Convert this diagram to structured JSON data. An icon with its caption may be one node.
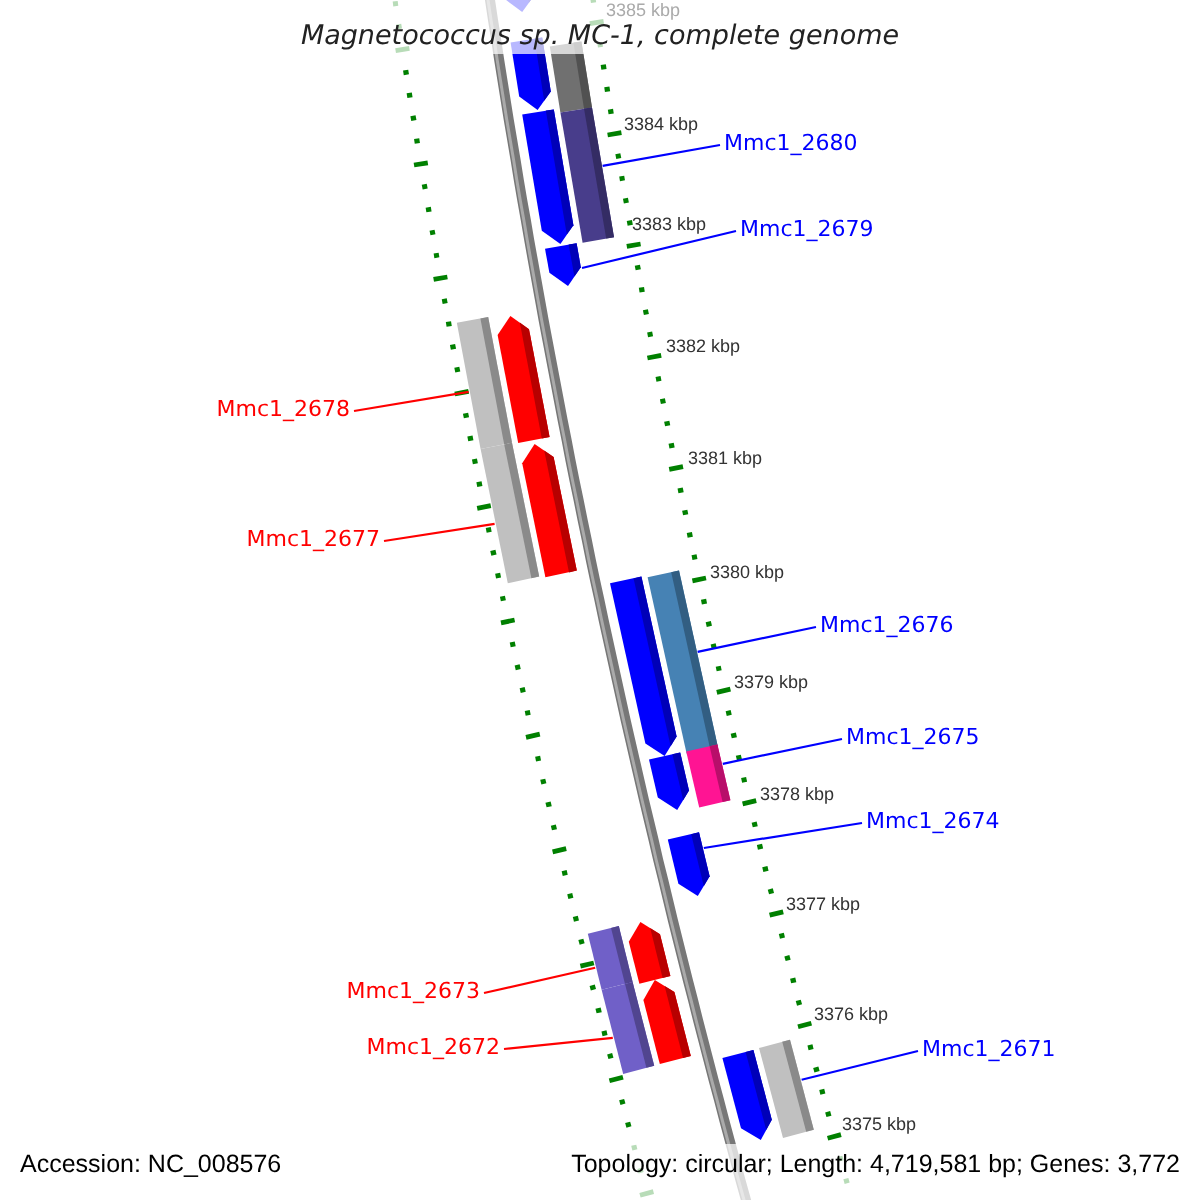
{
  "diagram": {
    "title": "Magnetococcus sp. MC-1, complete genome",
    "nodes": [
      {
        "text": [
          "Mmc1_2680"
        ]
      },
      {
        "text": [
          "Mmc1_2679"
        ]
      },
      {
        "text": [
          "Mmc1_2678"
        ]
      },
      {
        "text": [
          "Mmc1_2677"
        ]
      },
      {
        "text": [
          "Mmc1_2676"
        ]
      },
      {
        "text": [
          "Mmc1_2675"
        ]
      },
      {
        "text": [
          "Mmc1_2674"
        ]
      },
      {
        "text": [
          "Mmc1_2673"
        ]
      },
      {
        "text": [
          "Mmc1_2672"
        ]
      },
      {
        "text": [
          "Mmc1_2671"
        ]
      },
      {
        "text": [],
        "shape": "pentagon"
      },
      {
        "text": [],
        "shape": "pentagon"
      },
      {
        "text": [],
        "shape": "bar"
      },
      {
        "text": [],
        "shape": "bar"
      },
      {
        "text": [],
        "shape": "pentagon"
      },
      {
        "text": [],
        "shape": "pentagon"
      },
      {
        "text": [],
        "shape": "pentagon"
      },
      {
        "text": [],
        "shape": "bar"
      },
      {
        "text": [],
        "shape": "pentagon"
      },
      {
        "text": [],
        "shape": "bar"
      },
      {
        "text": [],
        "shape": "bar"
      },
      {
        "text": [],
        "shape": "pentagon"
      },
      {
        "text": [],
        "shape": "bar"
      },
      {
        "text": [],
        "shape": "pentagon"
      },
      {
        "text": [],
        "shape": "pentagon"
      },
      {
        "text": [],
        "shape": "pentagon"
      },
      {
        "text": [],
        "shape": "bar"
      },
      {
        "text": [],
        "shape": "pentagon"
      },
      {
        "text": [],
        "shape": "bar"
      },
      {
        "text": [],
        "shape": "bar"
      },
      {
        "text": [],
        "shape": "pentagon"
      }
    ],
    "edges": [
      {
        "from": 0,
        "to": 13,
        "arrow": "none"
      },
      {
        "from": 1,
        "to": 15,
        "arrow": "none"
      },
      {
        "from": 2,
        "to": 17,
        "arrow": "none",
        "color": "#ff0000"
      },
      {
        "from": 3,
        "to": 19,
        "arrow": "none",
        "color": "#ff0000"
      },
      {
        "from": 4,
        "to": 20,
        "arrow": "none"
      },
      {
        "from": 5,
        "to": 22,
        "arrow": "none"
      },
      {
        "from": 6,
        "to": 24,
        "arrow": "none"
      },
      {
        "from": 7,
        "to": 26,
        "arrow": "none",
        "color": "#ff0000"
      },
      {
        "from": 8,
        "to": 28,
        "arrow": "none",
        "color": "#ff0000"
      },
      {
        "from": 9,
        "to": 29,
        "arrow": "none"
      }
    ],
    "labels": [
      "3385 kbp",
      "3384 kbp",
      "3383 kbp",
      "3382 kbp",
      "3381 kbp",
      "3380 kbp",
      "3379 kbp",
      "3378 kbp",
      "3377 kbp",
      "3376 kbp",
      "3375 kbp",
      "Accession: NC_008576",
      "Topology: circular; Length: 4,719,581 bp; Genes: 3,772"
    ]
  }
}
